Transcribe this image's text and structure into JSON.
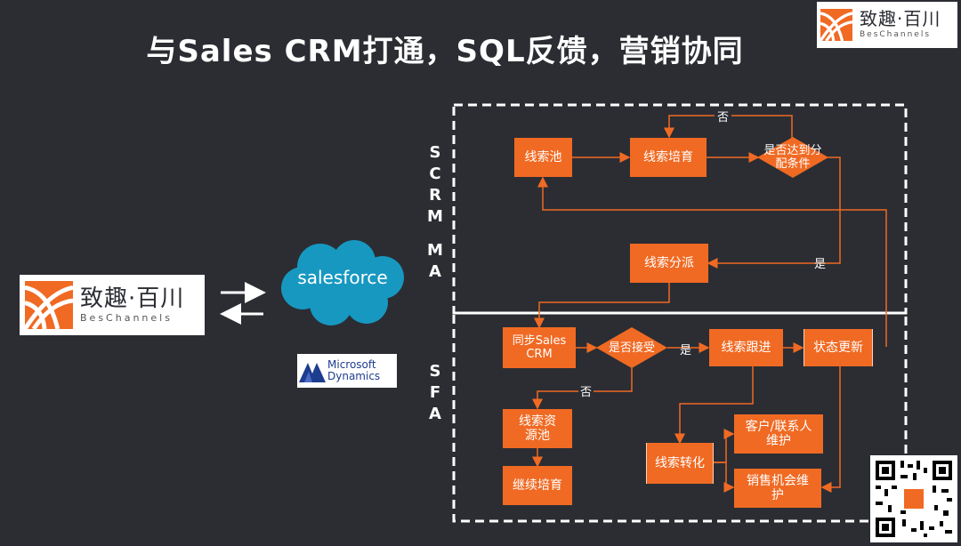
{
  "title": "与Sales CRM打通，SQL反馈，营销协同",
  "logo": {
    "cn": "致趣·百川",
    "en": "BesChannels"
  },
  "integrations": {
    "salesforce": "salesforce",
    "ms_line1": "Microsoft",
    "ms_line2": "Dynamics"
  },
  "sections": {
    "scrm_ma": [
      "S",
      "C",
      "R",
      "M",
      "M",
      "A"
    ],
    "sfa": [
      "S",
      "F",
      "A"
    ]
  },
  "nodes": {
    "pool": "线索池",
    "nurture": "线索培育",
    "criteria": "是否达到分配条件",
    "assign": "线索分派",
    "sync": "同步Sales CRM",
    "accept": "是否接受",
    "follow": "线索跟进",
    "status": "状态更新",
    "resource_pool": "线索资源池",
    "continue_nurture": "继续培育",
    "convert": "线索转化",
    "customer": "客户/联系人维护",
    "opportunity": "销售机会维护"
  },
  "edge_labels": {
    "no_top": "否",
    "yes_right": "是",
    "yes_accept": "是",
    "no_accept": "否"
  },
  "colors": {
    "accent": "#f06a23",
    "background": "#2b2d33",
    "line": "#f06a23",
    "dash": "#ffffff"
  }
}
